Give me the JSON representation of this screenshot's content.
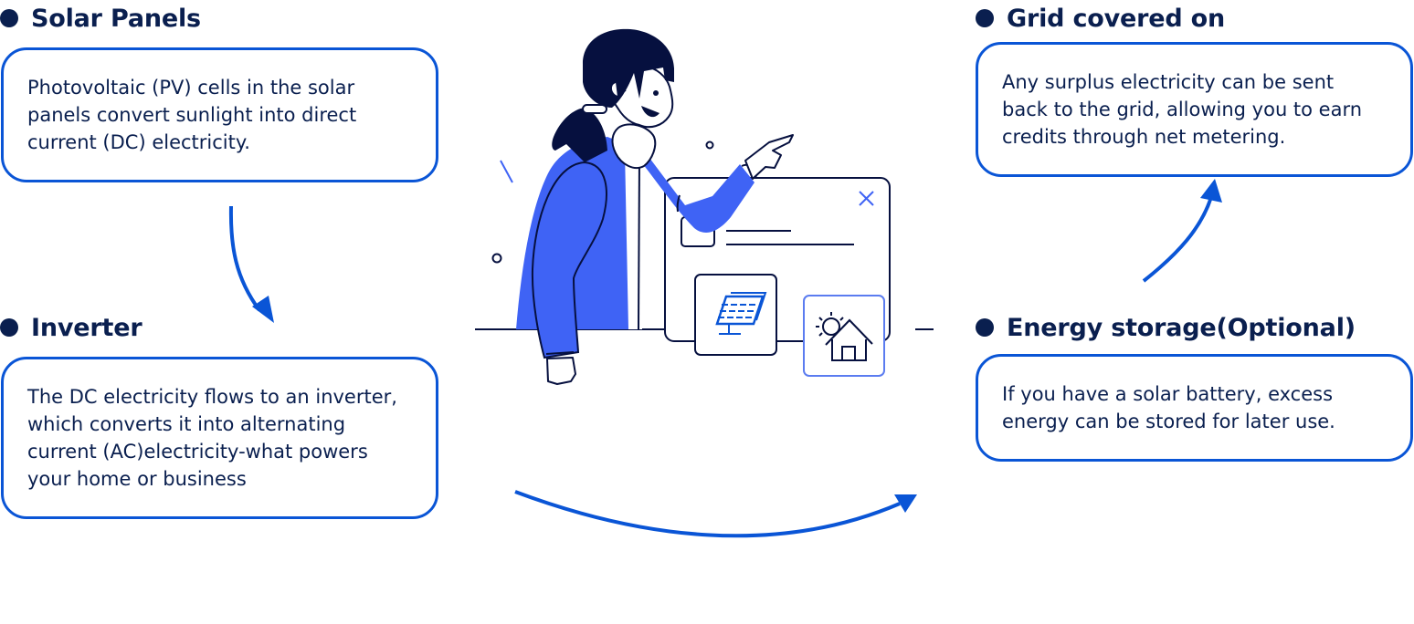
{
  "colors": {
    "accent_blue": "#0a55d6",
    "jacket_blue": "#3f63f5",
    "navy": "#0a1f4f",
    "outline": "#06103f",
    "icon_border_light": "#5b7cf0"
  },
  "steps": [
    {
      "title": "Solar Panels",
      "description": "Photovoltaic (PV) cells in the solar panels convert sunlight into direct current (DC) electricity."
    },
    {
      "title": "Inverter",
      "description": "The DC electricity flows to an inverter, which converts it into alternating current (AC)electricity-what powers your home or business"
    },
    {
      "title": "Energy storage(Optional)",
      "description": "If you have a solar battery, excess energy can be stored for later use."
    },
    {
      "title": "Grid covered on",
      "description": "Any surplus electricity can be sent back to the grid, allowing you to earn credits through net metering."
    }
  ],
  "illustration": {
    "subject": "person pointing at a dashboard window",
    "icons": [
      "close-icon",
      "solar-panel-icon",
      "sun-house-icon"
    ]
  },
  "arrows": [
    "solar-to-inverter",
    "inverter-to-storage",
    "storage-to-grid"
  ]
}
